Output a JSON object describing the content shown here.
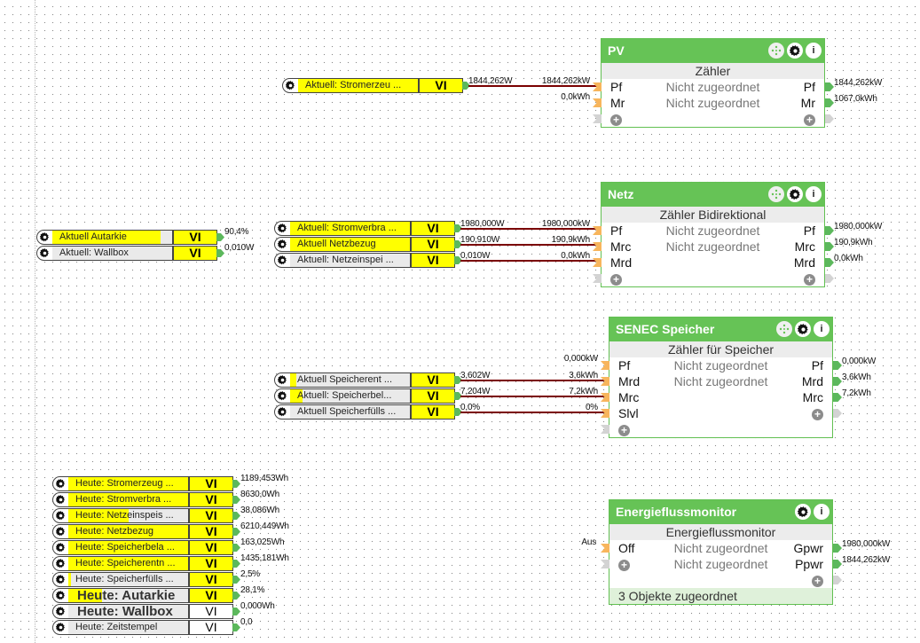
{
  "inputs": {
    "pv_group": [
      {
        "label": "Aktuell:  Stromerzeu ...",
        "vi": "VI",
        "out_value": "1844,262W",
        "target_value": "1844,262kW",
        "fill": 1.0
      }
    ],
    "pv_extra_target_value": "0,0kWh",
    "autarkie_group": [
      {
        "label": "Aktuell Autarkie",
        "vi": "VI",
        "out_value": "90,4%",
        "fill": 0.9
      },
      {
        "label": "Aktuell: Wallbox",
        "vi": "VI",
        "out_value": "0,010W",
        "fill": 0.0
      }
    ],
    "netz_group": [
      {
        "label": "Aktuell:  Stromverbra ...",
        "vi": "VI",
        "out_value": "1980,000W",
        "target_value": "1980,000kW",
        "fill": 1.0
      },
      {
        "label": "Aktuell Netzbezug",
        "vi": "VI",
        "out_value": "190,910W",
        "target_value": "190,9kWh",
        "fill": 1.0
      },
      {
        "label": "Aktuell:  Netzeinspei ...",
        "vi": "VI",
        "out_value": "0,010W",
        "target_value": "0,0kWh",
        "fill": 0.0
      }
    ],
    "speicher_pf_target_value": "0,000kW",
    "speicher_group": [
      {
        "label": "Aktuell  Speicherent ...",
        "vi": "VI",
        "out_value": "3,602W",
        "target_value": "3,6kWh",
        "fill": 0.05
      },
      {
        "label": "Aktuell:  Speicherbel...",
        "vi": "VI",
        "out_value": "7,204W",
        "target_value": "7,2kWh",
        "fill": 0.1
      },
      {
        "label": "Aktuell  Speicherfülls ...",
        "vi": "VI",
        "out_value": "0,0%",
        "target_value": "0%",
        "fill": 0.0
      }
    ],
    "heute_group": [
      {
        "label": "Heute:  Stromerzeug ...",
        "vi": "VI",
        "out_value": "1189,453Wh",
        "fill": 1.0,
        "big": false,
        "vi_white": false
      },
      {
        "label": "Heute:  Stromverbra ...",
        "vi": "VI",
        "out_value": "8630,0Wh",
        "fill": 1.0,
        "big": false,
        "vi_white": false
      },
      {
        "label": "Heute:  Netzeinspeis ...",
        "vi": "VI",
        "out_value": "38,086Wh",
        "fill": 0.5,
        "big": false,
        "vi_white": false
      },
      {
        "label": "Heute: Netzbezug",
        "vi": "VI",
        "out_value": "6210,449Wh",
        "fill": 1.0,
        "big": false,
        "vi_white": false
      },
      {
        "label": "Heute:  Speicherbela ...",
        "vi": "VI",
        "out_value": "163,025Wh",
        "fill": 1.0,
        "big": false,
        "vi_white": false
      },
      {
        "label": "Heute:  Speicherentn ...",
        "vi": "VI",
        "out_value": "1435,181Wh",
        "fill": 1.0,
        "big": false,
        "vi_white": false
      },
      {
        "label": "Heute:  Speicherfülls ...",
        "vi": "VI",
        "out_value": "2,5%",
        "fill": 0.025,
        "big": false,
        "vi_white": false
      },
      {
        "label": "Heute: Autarkie",
        "vi": "VI",
        "out_value": "28,1%",
        "fill": 0.28,
        "big": true,
        "vi_white": false
      },
      {
        "label": "Heute: Wallbox",
        "vi": "VI",
        "out_value": "0,000Wh",
        "fill": 0.0,
        "big": true,
        "vi_white": true
      },
      {
        "label": "Heute: Zeitstempel",
        "vi": "VI",
        "out_value": "0,0",
        "fill": 0.0,
        "big": false,
        "vi_white": true
      }
    ]
  },
  "blocks": {
    "pv": {
      "title": "PV",
      "subtitle": "Zähler",
      "rows": [
        {
          "left": "Pf",
          "mid": "Nicht zugeordnet",
          "right": "Pf",
          "out_value": "1844,262kW"
        },
        {
          "left": "Mr",
          "mid": "Nicht zugeordnet",
          "right": "Mr",
          "out_value": "1067,0kWh"
        }
      ]
    },
    "netz": {
      "title": "Netz",
      "subtitle": "Zähler Bidirektional",
      "rows": [
        {
          "left": "Pf",
          "mid": "Nicht zugeordnet",
          "right": "Pf",
          "out_value": "1980,000kW"
        },
        {
          "left": "Mrc",
          "mid": "Nicht zugeordnet",
          "right": "Mrc",
          "out_value": "190,9kWh"
        },
        {
          "left": "Mrd",
          "mid": "",
          "right": "Mrd",
          "out_value": "0,0kWh"
        }
      ]
    },
    "speicher": {
      "title": "SENEC Speicher",
      "subtitle": "Zähler für Speicher",
      "rows": [
        {
          "left": "Pf",
          "mid": "Nicht zugeordnet",
          "right": "Pf",
          "out_value": "0,000kW"
        },
        {
          "left": "Mrd",
          "mid": "Nicht zugeordnet",
          "right": "Mrd",
          "out_value": "3,6kWh"
        },
        {
          "left": "Mrc",
          "mid": "",
          "right": "Mrc",
          "out_value": "7,2kWh"
        },
        {
          "left": "Slvl",
          "mid": "",
          "right": "",
          "out_value": ""
        }
      ]
    },
    "efm": {
      "title": "Energieflussmonitor",
      "subtitle": "Energieflussmonitor",
      "input_value": "Aus",
      "rows": [
        {
          "left": "Off",
          "mid": "Nicht zugeordnet",
          "right": "Gpwr",
          "out_value": "1980,000kW"
        },
        {
          "left": "",
          "mid": "Nicht zugeordnet",
          "right": "Ppwr",
          "out_value": "1844,262kW"
        }
      ],
      "footer": "3 Objekte zugeordnet"
    }
  },
  "icons": {
    "gear": "gear-icon",
    "move": "move-icon",
    "info": "info-icon",
    "add": "plus-icon"
  },
  "colors": {
    "block_green": "#66c356",
    "value_yellow": "#ffff00",
    "wire": "#7a0000",
    "input_pin": "#f7b55c",
    "output_pin": "#5cb85c"
  }
}
